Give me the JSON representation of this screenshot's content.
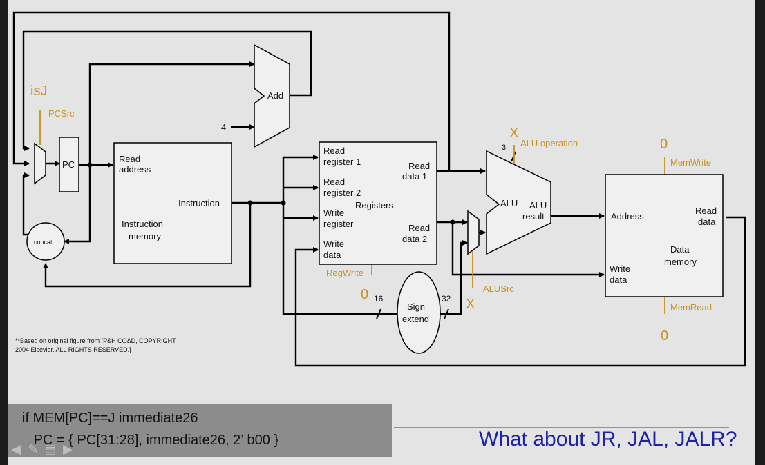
{
  "diagram": {
    "is_j_label": "isJ",
    "pcsrc_label": "PCSrc",
    "pc_label": "PC",
    "add_label": "Add",
    "add_const": "4",
    "concat_label": "concat",
    "imem": {
      "read_address": [
        "Read",
        "address"
      ],
      "instruction": "Instruction",
      "name": [
        "Instruction",
        "memory"
      ]
    },
    "regs": {
      "read_reg1": [
        "Read",
        "register 1"
      ],
      "read_reg2": [
        "Read",
        "register 2"
      ],
      "write_reg": [
        "Write",
        "register"
      ],
      "write_data": [
        "Write",
        "data"
      ],
      "read_data1": [
        "Read",
        "data 1"
      ],
      "read_data2": [
        "Read",
        "data 2"
      ],
      "name": "Registers",
      "regwrite": "RegWrite"
    },
    "sign_extend": {
      "name": [
        "Sign",
        "extend"
      ],
      "in_bits": "16",
      "out_bits": "32",
      "in_value": "0",
      "out_value": "X"
    },
    "alu": {
      "name": "ALU",
      "result": [
        "ALU",
        "result"
      ],
      "op_label": "ALU operation",
      "op_bits": "3",
      "op_value": "X",
      "alusrc_label": "ALUSrc"
    },
    "dmem": {
      "address": "Address",
      "write_data": [
        "Write",
        "data"
      ],
      "read_data": [
        "Read",
        "data"
      ],
      "name": [
        "Data",
        "memory"
      ],
      "memwrite_label": "MemWrite",
      "memwrite_value": "0",
      "memread_label": "MemRead",
      "memread_value": "0"
    },
    "credit": [
      "**Based on original figure from [P&H CO&D, COPYRIGHT",
      "2004 Elsevier. ALL RIGHTS RESERVED.]"
    ]
  },
  "code": {
    "line1": "if MEM[PC]==J immediate26",
    "line2": "   PC = { PC[31:28], immediate26, 2’ b00 }"
  },
  "question": "What about JR, JAL, JALR?",
  "toolbar": {
    "icons": [
      "arrow-left-icon",
      "pen-icon",
      "menu-icon",
      "arrow-right-icon"
    ]
  }
}
